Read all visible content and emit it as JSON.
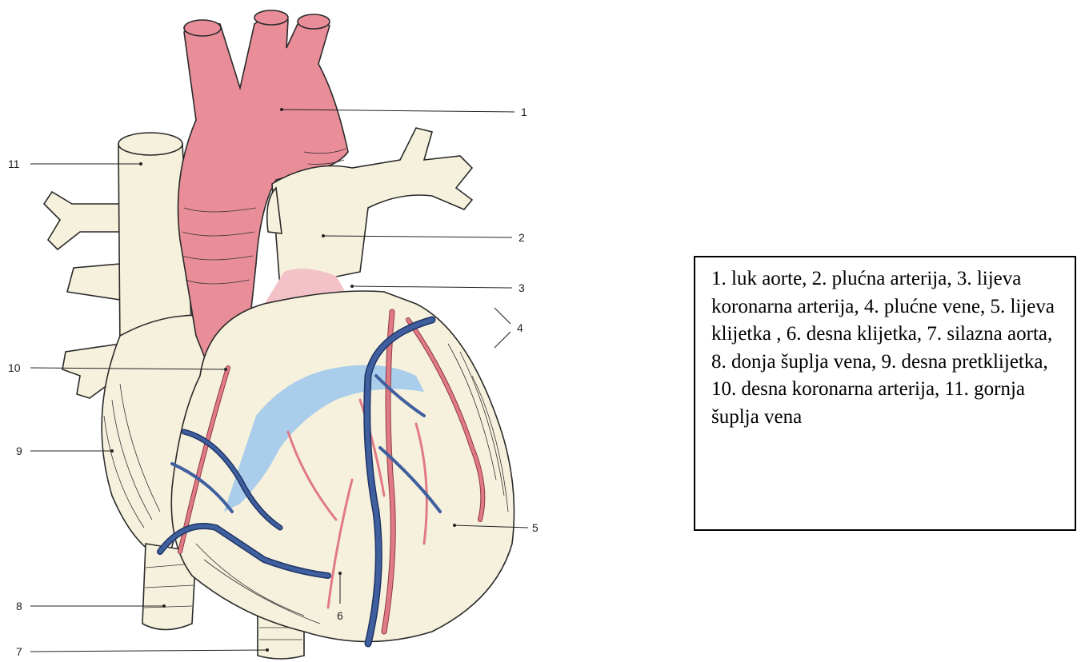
{
  "diagram": {
    "labels": [
      "1",
      "2",
      "3",
      "4",
      "5",
      "6",
      "7",
      "8",
      "9",
      "10",
      "11"
    ],
    "colors": {
      "aorta": "#e98d98",
      "tissue": "#f6f1dc",
      "coronary_artery": "#e07a86",
      "coronary_vein": "#3f5f9e",
      "light_vein": "#a9cdeb"
    }
  },
  "legend": {
    "text": "1. luk aorte, 2. plućna arterija, 3. lijeva koronarna arterija, 4. plućne vene, 5. lijeva klijetka , 6. desna klijetka, 7. silazna aorta, 8. donja šuplja vena, 9. desna pretklijetka, 10. desna koronarna arterija, 11. gornja šuplja vena"
  }
}
